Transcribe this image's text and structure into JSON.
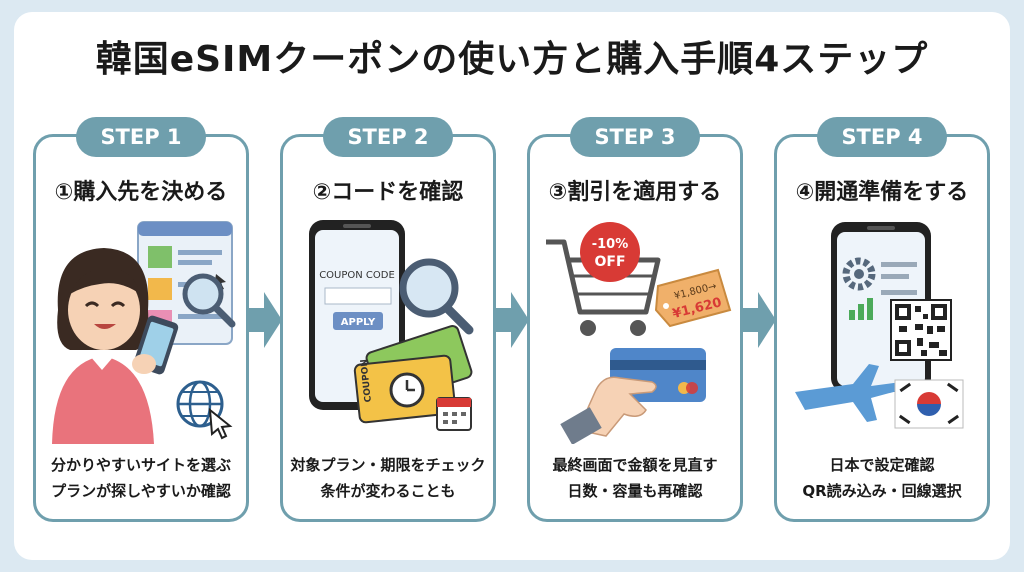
{
  "title": "韓国eSIMクーポンの使い方と購入手順4ステップ",
  "steps": [
    {
      "badge": "STEP 1",
      "heading": "①購入先を決める",
      "desc": [
        "分かりやすいサイトを選ぶ",
        "プランが探しやすいか確認"
      ]
    },
    {
      "badge": "STEP 2",
      "heading": "②コードを確認",
      "desc": [
        "対象プラン・期限をチェック",
        "条件が変わることも"
      ]
    },
    {
      "badge": "STEP 3",
      "heading": "③割引を適用する",
      "desc": [
        "最終画面で金額を見直す",
        "日数・容量も再確認"
      ]
    },
    {
      "badge": "STEP 4",
      "heading": "④開通準備をする",
      "desc": [
        "日本で設定確認",
        "QR読み込み・回線選択"
      ]
    }
  ],
  "illustrations": {
    "coupon_code": "COUPON CODE",
    "apply": "APPLY",
    "coupon_ticket": "COUPON",
    "discount_pct": "-10%",
    "discount_off": "OFF",
    "price_old": "¥1,800→",
    "price_new": "¥1,620"
  },
  "colors": {
    "accent": "#6f9fad",
    "background": "#dce9f2",
    "discount": "#d83a35",
    "price_tag": "#f0b06a"
  },
  "icons": [
    "woman-with-phone-icon",
    "website-icon",
    "magnifier-icon",
    "globe-cursor-icon",
    "phone-icon",
    "ticket-icon",
    "clock-icon",
    "calendar-icon",
    "shopping-cart-icon",
    "discount-badge-icon",
    "price-tag-icon",
    "credit-card-icon",
    "hand-icon",
    "gear-icon",
    "chart-icon",
    "qr-code-icon",
    "airplane-icon",
    "korea-flag-icon"
  ]
}
